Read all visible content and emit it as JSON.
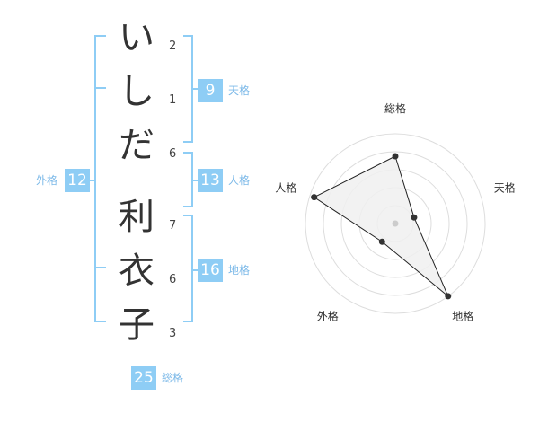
{
  "name": {
    "surname": [
      {
        "char": "い",
        "strokes": "2"
      },
      {
        "char": "し",
        "strokes": "1"
      },
      {
        "char": "だ",
        "strokes": "6"
      }
    ],
    "given": [
      {
        "char": "利",
        "strokes": "7"
      },
      {
        "char": "衣",
        "strokes": "6"
      },
      {
        "char": "子",
        "strokes": "3"
      }
    ]
  },
  "grades": {
    "tenkaku": {
      "label": "天格",
      "value": "9"
    },
    "jinkaku": {
      "label": "人格",
      "value": "13"
    },
    "chikaku": {
      "label": "地格",
      "value": "16"
    },
    "gaikaku": {
      "label": "外格",
      "value": "12"
    },
    "soukaku": {
      "label": "総格",
      "value": "25"
    }
  },
  "chart_data": {
    "type": "radar",
    "axes": [
      "総格",
      "天格",
      "地格",
      "外格",
      "人格"
    ],
    "values": [
      0.75,
      0.22,
      1.0,
      0.25,
      0.95
    ],
    "range": [
      0,
      1
    ],
    "rings": 5,
    "colors": {
      "fill": "#f0f0f0",
      "line": "#222222",
      "grid": "#dddddd",
      "center": "#cccccc"
    }
  },
  "colors": {
    "bracket": "#8ecdf5",
    "badge": "#8ecdf5",
    "badge_label": "#7cb9e8"
  }
}
